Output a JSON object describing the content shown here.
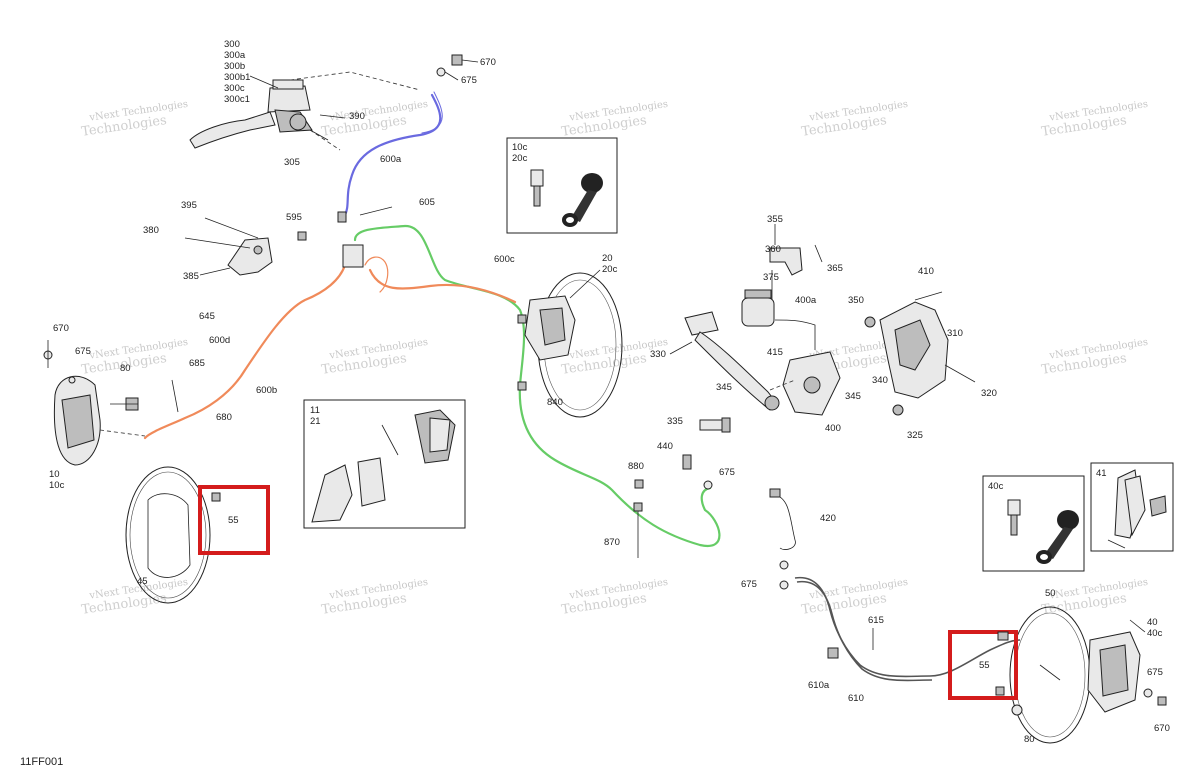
{
  "diagram_code": "11FF001",
  "watermark": {
    "line1": "vNext Technologies",
    "line2": "Technologies"
  },
  "colors": {
    "hose_orange": "#f08a5a",
    "hose_green": "#66cc66",
    "hose_blue": "#6a6ae0",
    "highlight_red": "#d41c1c"
  },
  "callouts": {
    "master_cyl": [
      "300",
      "300a",
      "300b",
      "300b1",
      "300c",
      "300c1"
    ],
    "n305": "305",
    "n390": "390",
    "n600a": "600a",
    "n670_top": "670",
    "n675_top": "675",
    "n595": "595",
    "n605": "605",
    "n395": "395",
    "n380": "380",
    "n385": "385",
    "n600c": "600c",
    "n20": "20",
    "n20c": "20c",
    "n645": "645",
    "n600d": "600d",
    "n670_left": "670",
    "n675_left": "675",
    "n80_left": "80",
    "n685": "685",
    "n600b": "600b",
    "n680": "680",
    "n10": "10",
    "n10c": "10c",
    "n45": "45",
    "n55_left": "55",
    "n840": "840",
    "n880": "880",
    "n870": "870",
    "n440": "440",
    "n675_mid": "675",
    "n420": "420",
    "n675_low": "675",
    "n615": "615",
    "n610a": "610a",
    "n610": "610",
    "n55_right": "55",
    "n50": "50",
    "n40": "40",
    "n40c": "40c",
    "n675_right": "675",
    "n670_right": "670",
    "n80_right": "80",
    "n355": "355",
    "n360": "360",
    "n365": "365",
    "n375": "375",
    "n400a": "400a",
    "n350": "350",
    "n410": "410",
    "n310": "310",
    "n330": "330",
    "n415": "415",
    "n345a": "345",
    "n345b": "345",
    "n340": "340",
    "n320": "320",
    "n335": "335",
    "n400": "400",
    "n325": "325"
  },
  "insets": {
    "kit_front": {
      "line1": "10c",
      "line2": "20c"
    },
    "pads_front": {
      "line1": "11",
      "line2": "21"
    },
    "kit_rear": {
      "label": "40c"
    },
    "pads_rear": {
      "label": "41"
    }
  }
}
